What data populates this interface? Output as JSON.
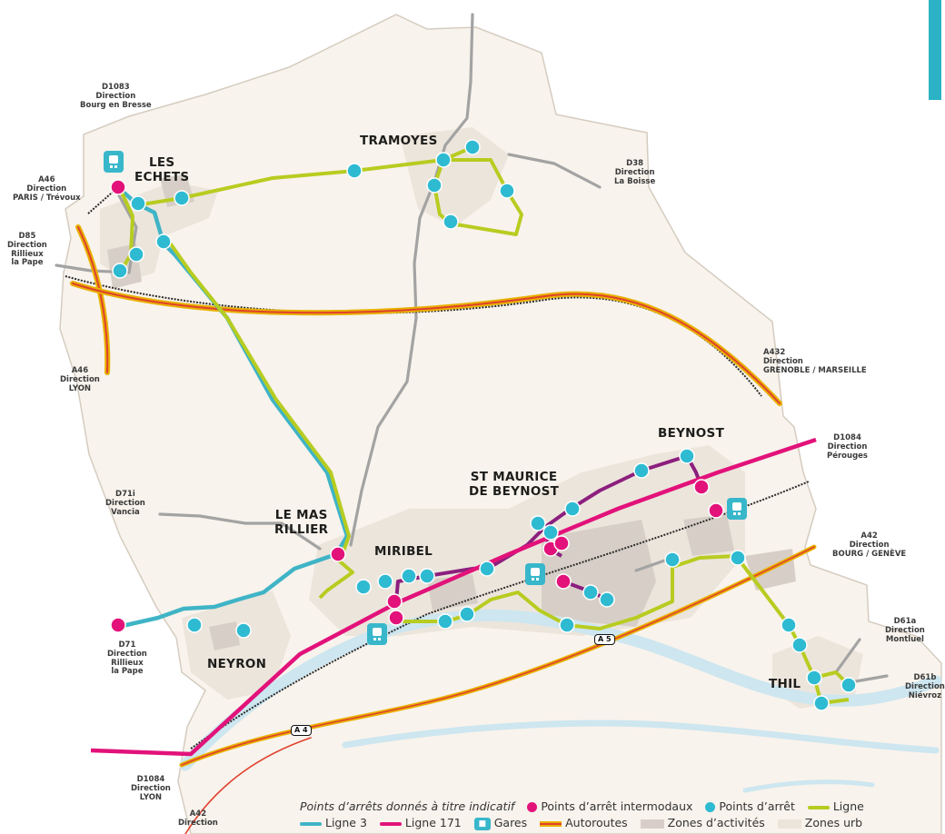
{
  "colors": {
    "land": "#f8f3ec",
    "border": "#d5ccc0",
    "urban": "#ece5dc",
    "activity": "#d7cfc7",
    "water": "#cde6f0",
    "road": "#a3a3a3",
    "rail": "#2a2a2a",
    "motorway_red": "#e0412e",
    "motorway_yellow": "#e8b100",
    "line3": "#3fb4c6",
    "line171": "#e2127a",
    "green_line": "#b7cc20",
    "purple_line": "#8c1f7e",
    "stop": "#2ebbd2",
    "intermodal": "#e2127a",
    "station": "#38b7cb"
  },
  "towns": [
    {
      "id": "les-echets",
      "name": "LES\nECHETS"
    },
    {
      "id": "tramoyes",
      "name": "TRAMOYES"
    },
    {
      "id": "beynost",
      "name": "BEYNOST"
    },
    {
      "id": "st-maurice",
      "name": "ST MAURICE\nDE BEYNOST"
    },
    {
      "id": "le-mas-rillier",
      "name": "LE MAS\nRILLIER"
    },
    {
      "id": "miribel",
      "name": "MIRIBEL"
    },
    {
      "id": "neyron",
      "name": "NEYRON"
    },
    {
      "id": "thil",
      "name": "THIL"
    }
  ],
  "road_labels": [
    {
      "id": "d1083",
      "text": "D1083\nDirection\nBourg en Bresse"
    },
    {
      "id": "a46-north",
      "text": "A46\nDirection\nPARIS / Trévoux"
    },
    {
      "id": "d85",
      "text": "D85\nDirection\nRillieux\nla Pape"
    },
    {
      "id": "a46-south",
      "text": "A46\nDirection\nLYON"
    },
    {
      "id": "d38",
      "text": "D38\nDirection\nLa Boisse"
    },
    {
      "id": "a432",
      "text": "A432\nDirection\nGRENOBLE / MARSEILLE"
    },
    {
      "id": "d1084-east",
      "text": "D1084\nDirection\nPérouges"
    },
    {
      "id": "d71i",
      "text": "D71i\nDirection\nVancia"
    },
    {
      "id": "a42-east",
      "text": "A42\nDirection\nBOURG / GENÈVE"
    },
    {
      "id": "d61a",
      "text": "D61a\nDirection\nMontluel"
    },
    {
      "id": "d61b",
      "text": "D61b\nDirection\nNiévroz"
    },
    {
      "id": "d71",
      "text": "D71\nDirection\nRillieux\nla Pape"
    },
    {
      "id": "d1084-west",
      "text": "D1084\nDirection\nLYON"
    },
    {
      "id": "a42-south",
      "text": "A42\nDirection"
    }
  ],
  "motorway_badges": [
    {
      "id": "a5",
      "text": "A 5"
    },
    {
      "id": "a4",
      "text": "A 4"
    }
  ],
  "legend": {
    "note": "Points d’arrêts donnés à titre indicatif",
    "intermodal": "Points d’arrêt intermodaux",
    "stops": "Points d’arrêt",
    "green_line": "Ligne",
    "line3": "Ligne 3",
    "line171": "Ligne 171",
    "stations": "Gares",
    "motorways": "Autoroutes",
    "activity_zones": "Zones d’activités",
    "urban_zones": "Zones urb"
  },
  "icons": {
    "station": "train-station-icon",
    "motorway_shield": "motorway-icon"
  }
}
